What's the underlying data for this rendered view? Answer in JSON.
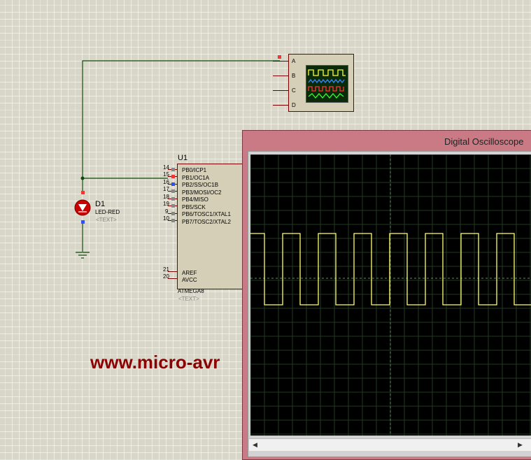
{
  "led": {
    "designator": "D1",
    "part": "LED-RED",
    "placeholder": "<TEXT>"
  },
  "mcu": {
    "designator": "U1",
    "part": "ATMEGA8",
    "placeholder": "<TEXT>",
    "pins_right": [
      {
        "num": "14",
        "label": "PB0/ICP1"
      },
      {
        "num": "15",
        "label": "PB1/OC1A"
      },
      {
        "num": "16",
        "label": "PB2/SS/OC1B"
      },
      {
        "num": "17",
        "label": "PB3/MOSI/OC2"
      },
      {
        "num": "18",
        "label": "PB4/MISO"
      },
      {
        "num": "19",
        "label": "PB5/SCK"
      },
      {
        "num": "9",
        "label": "PB6/TOSC1/XTAL1"
      },
      {
        "num": "10",
        "label": "PB7/TOSC2/XTAL2"
      }
    ],
    "pins_bottom": [
      {
        "num": "21",
        "label": "AREF"
      },
      {
        "num": "20",
        "label": "AVCC"
      }
    ]
  },
  "scope_component": {
    "channels": [
      "A",
      "B",
      "C",
      "D"
    ]
  },
  "scope_window": {
    "title": "Digital Oscilloscope",
    "trace_color": "#ffff66"
  },
  "watermark": {
    "text": "www.micro-avr"
  },
  "colors": {
    "wire": "#0b4a0b",
    "pin_red": "#ff3030",
    "pin_blue": "#3050ff",
    "led_red": "#cc0000",
    "website_red": "#8b0000"
  }
}
